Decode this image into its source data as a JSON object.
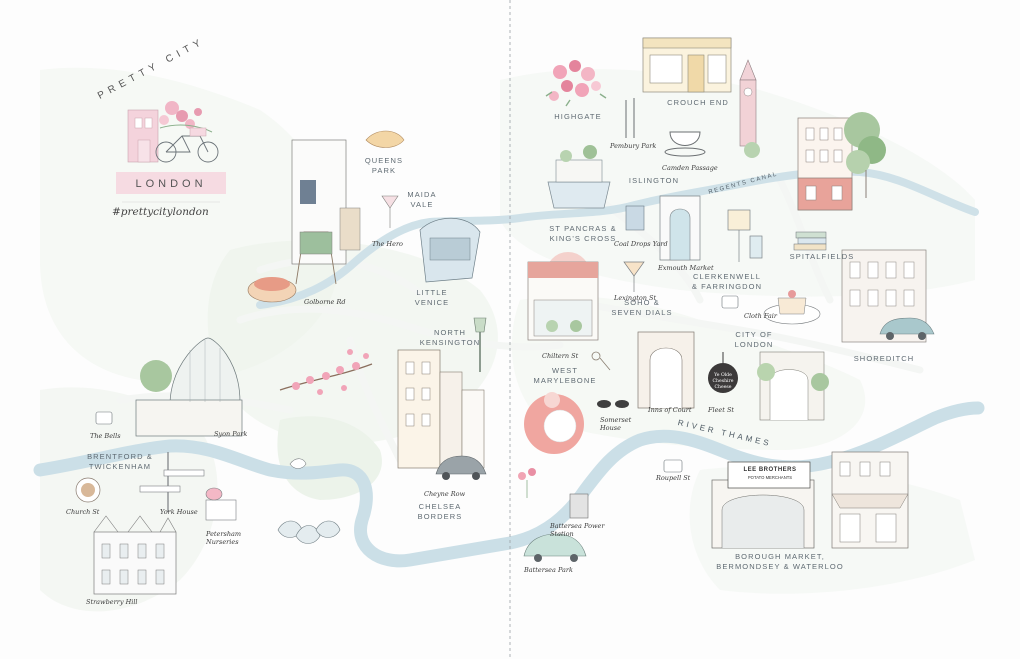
{
  "title": {
    "line1": "PRETTY CITY",
    "line2": "LONDON",
    "hashtag": "#prettycitylondon"
  },
  "rivers": {
    "thames": "RIVER THAMES",
    "canal": "REGENTS CANAL"
  },
  "areas": {
    "highgate": "HIGHGATE",
    "crouch_end": "CROUCH END",
    "islington": "ISLINGTON",
    "st_pancras_1": "ST PANCRAS &",
    "st_pancras_2": "KING'S CROSS",
    "spitalfields": "SPITALFIELDS",
    "clerkenwell_1": "CLERKENWELL",
    "clerkenwell_2": "& FARRINGDON",
    "soho_1": "SOHO &",
    "soho_2": "SEVEN DIALS",
    "city_1": "CITY OF",
    "city_2": "LONDON",
    "shoreditch": "SHOREDITCH",
    "west_marylebone_1": "WEST",
    "west_marylebone_2": "MARYLEBONE",
    "queens_park_1": "QUEENS",
    "queens_park_2": "PARK",
    "maida_vale_1": "MAIDA",
    "maida_vale_2": "VALE",
    "little_venice_1": "LITTLE",
    "little_venice_2": "VENICE",
    "north_kensington_1": "NORTH",
    "north_kensington_2": "KENSINGTON",
    "brentford_1": "BRENTFORD &",
    "brentford_2": "TWICKENHAM",
    "chelsea_1": "CHELSEA",
    "chelsea_2": "BORDERS",
    "borough_1": "BOROUGH MARKET,",
    "borough_2": "BERMONDSEY & WATERLOO"
  },
  "places": {
    "the_hero": "The Hero",
    "golborne_rd": "Golborne Rd",
    "syon_park": "Syon Park",
    "the_bells": "The Bells",
    "church_st": "Church St",
    "york_house": "York House",
    "strawberry_hill": "Strawberry Hill",
    "petersham_nurseries": "Petersham Nurseries",
    "cheyne_row": "Cheyne Row",
    "pembury_park": "Pembury Park",
    "camden_passage": "Camden Passage",
    "coal_drops_yard": "Coal Drops Yard",
    "exmouth_market": "Exmouth Market",
    "lexington_st": "Lexington St",
    "chiltern_st": "Chiltern St",
    "cloth_fair": "Cloth Fair",
    "somerset_house": "Somerset House",
    "inns_of_court": "Inns of Court",
    "fleet_st": "Fleet St",
    "roupell_st": "Roupell St",
    "battersea_power_station": "Battersea Power Station",
    "battersea_park": "Battersea Park"
  },
  "signs": {
    "lee_brothers": "LEE BROTHERS",
    "potato_merchants": "POTATO MERCHANTS",
    "cheshire_cheese": "Ye Olde Cheshire Cheese"
  },
  "colors": {
    "river": "#c9dde6",
    "park_green": "#e6f0e4",
    "road": "#ffffff",
    "ink": "#5f6a72",
    "pink_accent": "#e9a7b4",
    "red_accent": "#e7a9a4",
    "fold_line": "#9aa0a6"
  }
}
